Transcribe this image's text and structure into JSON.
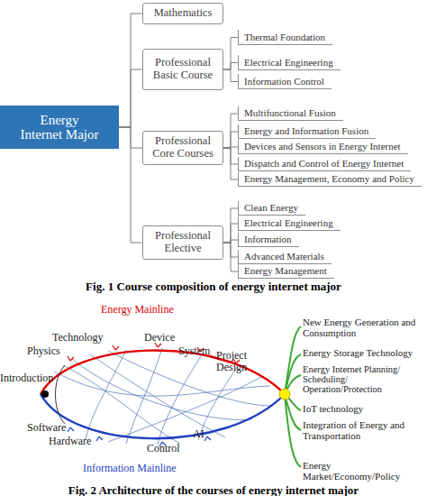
{
  "diagram": {
    "nodes": [
      {
        "text": [
          "Energy Internet Major"
        ]
      },
      {
        "text": [
          "Mathematics"
        ]
      },
      {
        "text": [
          "Professional Basic Course"
        ]
      },
      {
        "text": [
          "Thermal Foundation"
        ]
      },
      {
        "text": [
          "Electrical Engineering"
        ]
      },
      {
        "text": [
          "Information Control"
        ]
      },
      {
        "text": [
          "Professional Core Courses"
        ]
      },
      {
        "text": [
          "Multifunctional Fusion"
        ]
      },
      {
        "text": [
          "Energy and Information Fusion"
        ]
      },
      {
        "text": [
          "Devices and Sensors in Energy Internet"
        ]
      },
      {
        "text": [
          "Dispatch and Control of Energy Internet"
        ]
      },
      {
        "text": [
          "Energy Management, Economy and Policy"
        ]
      },
      {
        "text": [
          "Professional Elective"
        ]
      },
      {
        "text": [
          "Clean Energy"
        ]
      },
      {
        "text": [
          "Electrical Engineering"
        ]
      },
      {
        "text": [
          "Information"
        ]
      },
      {
        "text": [
          "Advanced Materials"
        ]
      },
      {
        "text": [
          "Energy Management"
        ]
      }
    ],
    "edges": [
      {
        "from": 0,
        "to": 1,
        "arrow": "none"
      },
      {
        "from": 0,
        "to": 2,
        "arrow": "none"
      },
      {
        "from": 0,
        "to": 6,
        "arrow": "none"
      },
      {
        "from": 0,
        "to": 12,
        "arrow": "none"
      },
      {
        "from": 2,
        "to": 3,
        "arrow": "none"
      },
      {
        "from": 2,
        "to": 4,
        "arrow": "none"
      },
      {
        "from": 2,
        "to": 5,
        "arrow": "none"
      },
      {
        "from": 6,
        "to": 7,
        "arrow": "none"
      },
      {
        "from": 6,
        "to": 8,
        "arrow": "none"
      },
      {
        "from": 6,
        "to": 9,
        "arrow": "none"
      },
      {
        "from": 6,
        "to": 10,
        "arrow": "none"
      },
      {
        "from": 6,
        "to": 11,
        "arrow": "none"
      },
      {
        "from": 12,
        "to": 13,
        "arrow": "none"
      },
      {
        "from": 12,
        "to": 14,
        "arrow": "none"
      },
      {
        "from": 12,
        "to": 15,
        "arrow": "none"
      },
      {
        "from": 12,
        "to": 16,
        "arrow": "none"
      },
      {
        "from": 12,
        "to": 17,
        "arrow": "none"
      }
    ],
    "labels": [
      "Fig. 1 Course composition of energy internet major",
      "Energy Mainline",
      "Technology",
      "Physics",
      "Device",
      "System",
      "Project Design",
      "Introduction",
      "Software",
      "Hardware",
      "Control",
      "AI",
      "Information Mainline",
      "New Energy Generation and Consumption",
      "Energy Storage Technology",
      "Energy Internet Planning/ Scheduling/ Operation/Protection",
      "IoT technology",
      "Integration of Energy and Transportation",
      "Energy Market/Economy/Policy",
      "Fig. 2 Architecture of the courses of energy internet major"
    ]
  }
}
